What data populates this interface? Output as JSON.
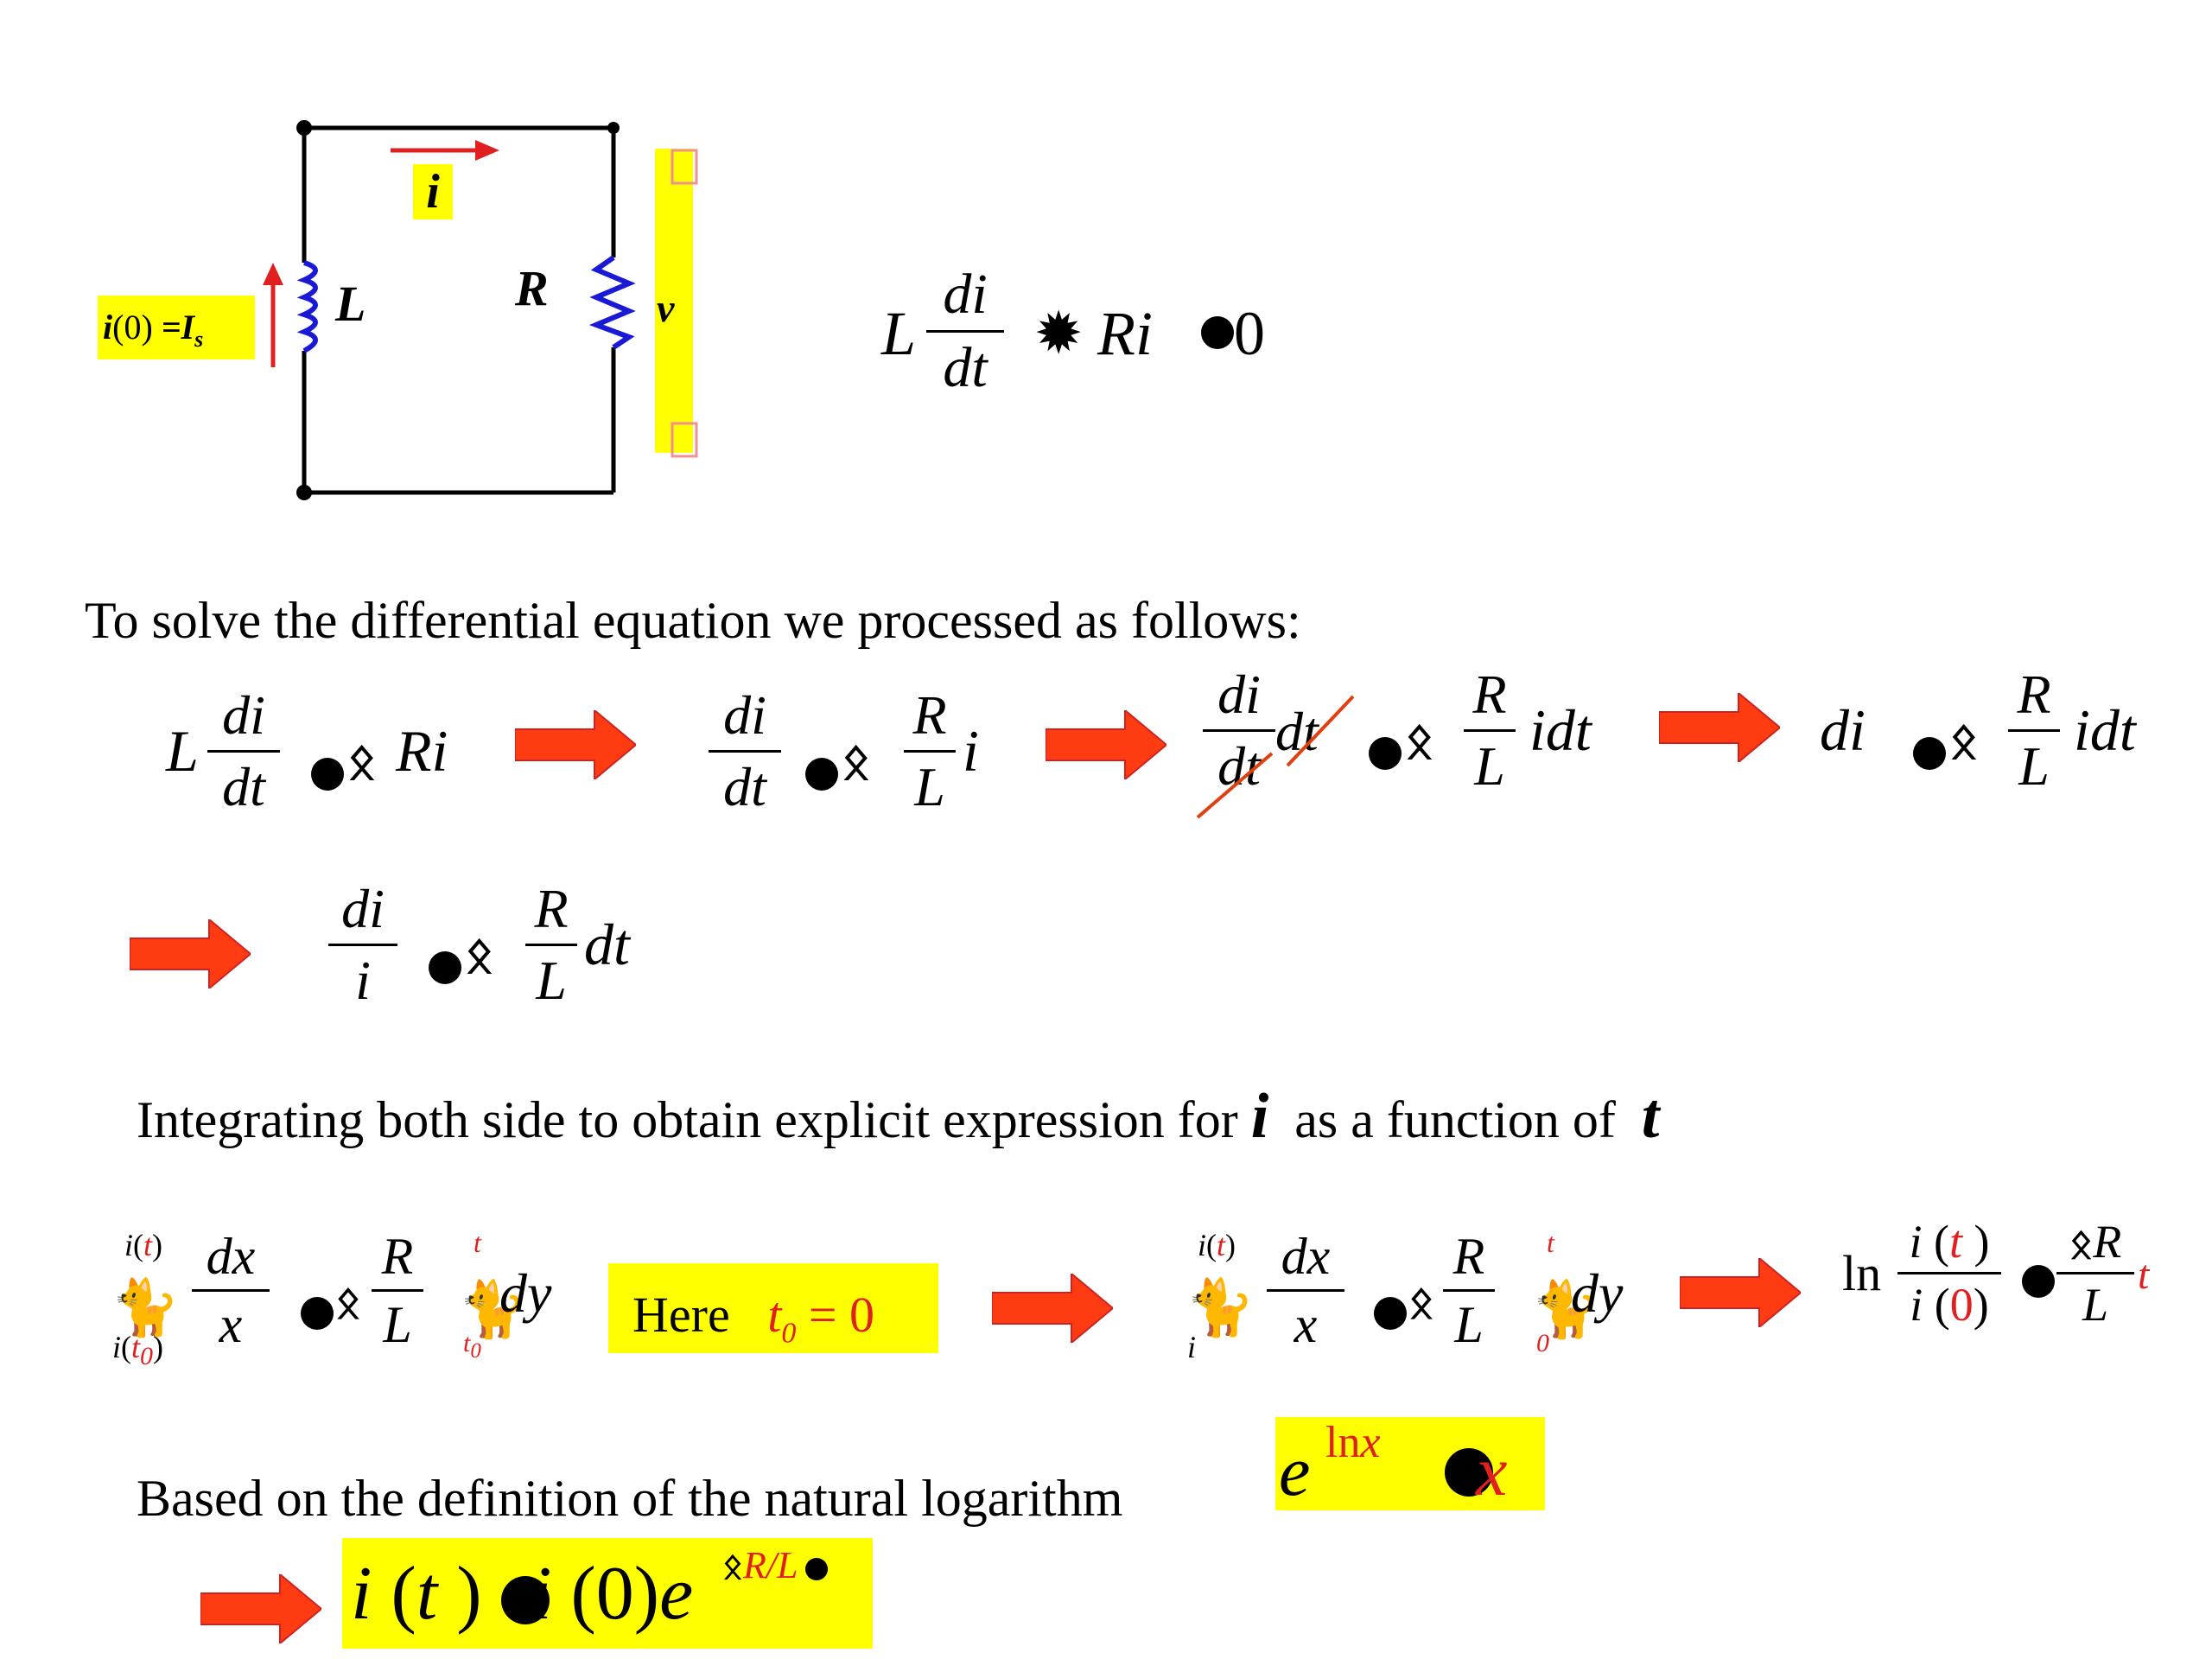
{
  "circuit": {
    "current_label": "i",
    "initial_condition": {
      "left": "i",
      "arg": "(0)",
      "mid": " =I",
      "sub": "s"
    },
    "inductor_label": "L",
    "resistor_label": "R",
    "voltage_label": "v"
  },
  "eq_main": {
    "lhs_coef": "L",
    "num": "di",
    "den": "dt",
    "garbled": "Ri",
    "rhs": "0"
  },
  "text": {
    "solve_intro": "To solve the differential equation we processed as follows:",
    "integrate_intro_a": "Integrating both side to obtain explicit expression for",
    "integrate_var_i": "i",
    "integrate_intro_b": "as a function of",
    "integrate_var_t": "t",
    "log_def": "Based on the definition of the natural logarithm"
  },
  "row1": {
    "e1": {
      "coef": "L",
      "num": "di",
      "den": "dt",
      "rhs": "Ri"
    },
    "e2": {
      "num": "di",
      "den": "dt",
      "rnum": "R",
      "rden": "L",
      "tail": "i"
    },
    "e3": {
      "num": "di",
      "den": "dt",
      "cancel": "dt",
      "rnum": "R",
      "rden": "L",
      "tail": "idt"
    },
    "e4": {
      "lhs": "di",
      "rnum": "R",
      "rden": "L",
      "tail": "idt"
    }
  },
  "row2": {
    "num": "di",
    "den": "i",
    "rnum": "R",
    "rden": "L",
    "tail": "dt"
  },
  "row3": {
    "int1": {
      "upper_a": "i",
      "upper_b": "(",
      "upper_t": "t",
      "upper_c": ")",
      "num": "dx",
      "den": "x",
      "lower_a": "i",
      "lower_b": "(",
      "lower_t": "t",
      "lower_sub": "0",
      "lower_c": ")"
    },
    "int2": {
      "upper": "t",
      "rnum": "R",
      "rden": "L",
      "diff": "dy",
      "lower_t": "t",
      "lower_sub": "0"
    },
    "here_box": {
      "word": "Here",
      "t": "t",
      "sub": "0",
      "eq": " = 0"
    },
    "int3": {
      "upper_a": "i",
      "upper_b": "(",
      "upper_t": "t",
      "upper_c": ")",
      "num": "dx",
      "den": "x",
      "lower_a": "i"
    },
    "int4": {
      "upper": "t",
      "rnum": "R",
      "rden": "L",
      "diff": "dy",
      "lower": "0"
    },
    "ln": {
      "fn": "ln",
      "num_a": "i",
      "num_b": " (",
      "num_t": "t",
      "num_c": " )",
      "den_a": "i",
      "den_b": " (",
      "den_0": "0",
      "den_c": ")",
      "rnum": "R",
      "rden": "L",
      "tail": "t"
    }
  },
  "exp_def": {
    "base": "e",
    "exp": "ln",
    "exp_var": "x",
    "rhs": "x"
  },
  "final": {
    "lhs": "i",
    "lhs_arg_a": " (",
    "lhs_t": "t",
    "lhs_arg_c": " )",
    "rhs_i": "i",
    "rhs_arg": " (0)",
    "base": "e",
    "exp": "R/L"
  },
  "colors": {
    "highlight": "#ffff00",
    "arrow": "#ff3b12",
    "accent": "#e02020",
    "component": "#1a1ad6"
  }
}
